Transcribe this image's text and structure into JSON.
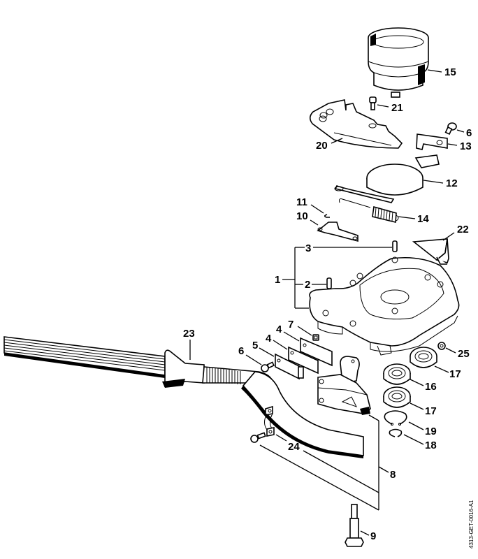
{
  "diagram": {
    "type": "exploded-parts-diagram",
    "drawing_code": "4313-GET-0016-A1",
    "parts": [
      {
        "number": "1",
        "description": "housing assembly (bracket for 2 and 3)"
      },
      {
        "number": "2",
        "description": "pin"
      },
      {
        "number": "3",
        "description": "pin"
      },
      {
        "number": "4",
        "description": "plate"
      },
      {
        "number": "4",
        "description": "plate"
      },
      {
        "number": "5",
        "description": "plate"
      },
      {
        "number": "6",
        "description": "screw"
      },
      {
        "number": "6",
        "description": "screw"
      },
      {
        "number": "7",
        "description": "nut"
      },
      {
        "number": "8",
        "description": "handle assembly"
      },
      {
        "number": "9",
        "description": "shaft bolt"
      },
      {
        "number": "10",
        "description": "lever"
      },
      {
        "number": "11",
        "description": "e-clip"
      },
      {
        "number": "12",
        "description": "brake band"
      },
      {
        "number": "13",
        "description": "bracket"
      },
      {
        "number": "14",
        "description": "spring"
      },
      {
        "number": "15",
        "description": "clutch drum"
      },
      {
        "number": "16",
        "description": "ball bearing"
      },
      {
        "number": "17",
        "description": "ball bearing"
      },
      {
        "number": "17",
        "description": "ball bearing"
      },
      {
        "number": "18",
        "description": "circlip"
      },
      {
        "number": "19",
        "description": "circlip"
      },
      {
        "number": "20",
        "description": "cover plate"
      },
      {
        "number": "21",
        "description": "screw"
      },
      {
        "number": "22",
        "description": "cover"
      },
      {
        "number": "23",
        "description": "hose / grip"
      },
      {
        "number": "24",
        "description": "clamp and screw"
      },
      {
        "number": "25",
        "description": "nut"
      }
    ],
    "labels": {
      "l1": "1",
      "l2": "2",
      "l3": "3",
      "l4a": "4",
      "l4b": "4",
      "l5": "5",
      "l6a": "6",
      "l6b": "6",
      "l7": "7",
      "l8": "8",
      "l9": "9",
      "l10": "10",
      "l11": "11",
      "l12": "12",
      "l13": "13",
      "l14": "14",
      "l15": "15",
      "l16": "16",
      "l17a": "17",
      "l17b": "17",
      "l18": "18",
      "l19": "19",
      "l20": "20",
      "l21": "21",
      "l22": "22",
      "l23": "23",
      "l24": "24",
      "l25": "25"
    }
  }
}
